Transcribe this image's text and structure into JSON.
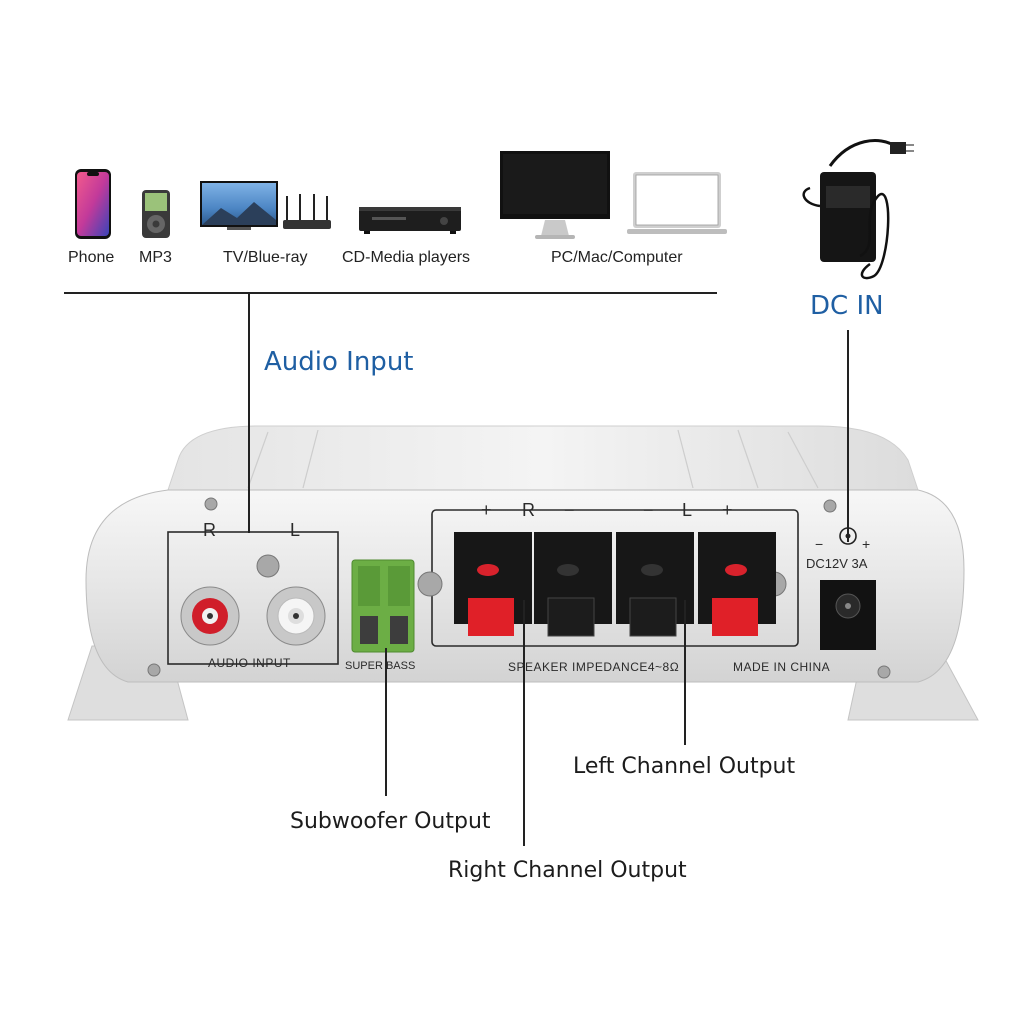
{
  "devices": [
    {
      "label": "Phone",
      "icon": "phone-icon"
    },
    {
      "label": "MP3",
      "icon": "mp3-player-icon"
    },
    {
      "label": "TV/Blue-ray",
      "icon": "tv-icon"
    },
    {
      "label": "CD-Media players",
      "icon": "cd-player-icon"
    },
    {
      "label": "PC/Mac/Computer",
      "icon": "computer-icon"
    }
  ],
  "callouts": {
    "audio_input": "Audio Input",
    "dc_in": "DC IN",
    "left_output": "Left Channel Output",
    "subwoofer_output": "Subwoofer Output",
    "right_output": "Right Channel Output"
  },
  "panel": {
    "audio_input_label": "AUDIO INPUT",
    "rca_r": "R",
    "rca_l": "L",
    "super_bass": "SUPER BASS",
    "speaker_impedance": "SPEAKER IMPEDANCE4~8Ω",
    "made_in": "MADE IN CHINA",
    "dc_rating": "DC12V 3A",
    "polarity_minus": "−",
    "polarity_plus": "+",
    "spk_plus": "+",
    "spk_r": "R",
    "spk_minus": "−",
    "spk_minus2": "−",
    "spk_l": "L",
    "spk_plus2": "+"
  },
  "colors": {
    "accent_blue": "#1f5fa3",
    "terminal_red": "#e02028",
    "terminal_green": "#6cae45"
  }
}
